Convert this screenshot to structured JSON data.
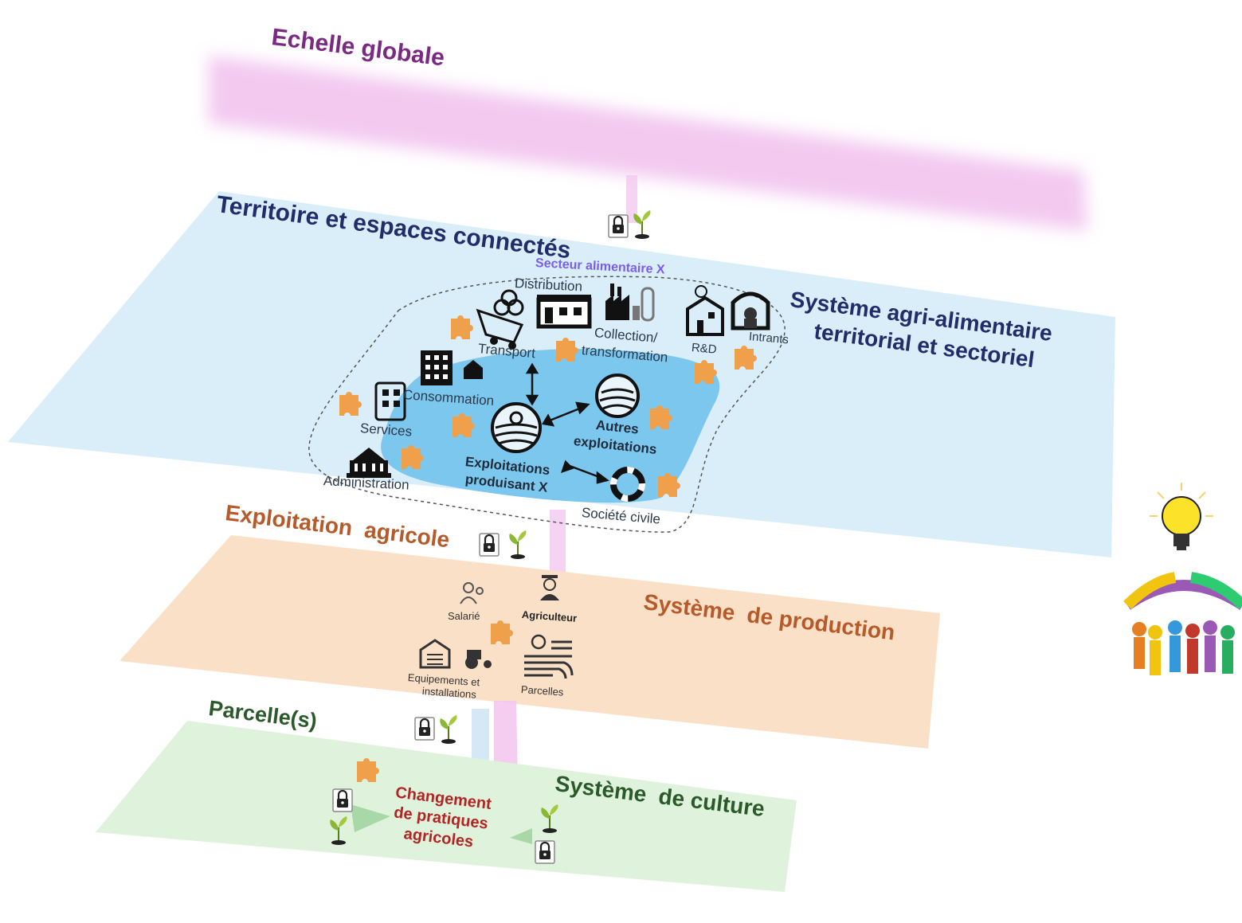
{
  "colors": {
    "global": "#7a2a82",
    "territory": "#1f2d6b",
    "farm": "#b75a2a",
    "production": "#b75a2a",
    "parcel": "#2b5a2a",
    "culture": "#2b5a2a",
    "sector": "#7a5cf0",
    "change": "#b32424",
    "puzzle": "#f0a04b"
  },
  "levels": {
    "global": "Echelle globale",
    "territory": "Territoire et espaces connectés",
    "agrifood_line1": "Système agri-alimentaire",
    "agrifood_line2": "territorial et sectoriel",
    "farm": "Exploitation  agricole",
    "production": "Système  de production",
    "parcel": "Parcelle(s)",
    "culture": "Système  de culture"
  },
  "sector": {
    "title": "Secteur alimentaire X",
    "distribution": "Distribution",
    "collection_line1": "Collection/",
    "collection_line2": "transformation",
    "transport": "Transport",
    "rd": "R&D",
    "intrants": "Intrants",
    "consommation": "Consommation",
    "services": "Services",
    "autres_line1": "Autres",
    "autres_line2": "exploitations",
    "exploitations_line1": "Exploitations",
    "exploitations_line2": "produisant X",
    "administration": "Administration",
    "societe": "Société civile"
  },
  "farm_system": {
    "salarie": "Salarié",
    "agriculteur": "Agriculteur",
    "equipements_line1": "Equipements et",
    "equipements_line2": "installations",
    "parcelles": "Parcelles"
  },
  "change": {
    "line1": "Changement",
    "line2": "de pratiques",
    "line3": "agricoles"
  },
  "icons": [
    "lock-icon",
    "sprout-icon",
    "puzzle-piece-icon",
    "lightbulb-icon",
    "people-group-icon",
    "factory-icon",
    "shop-icon",
    "truck-icon",
    "building-icon",
    "house-icon",
    "farm-icon",
    "tractor-icon",
    "barn-icon",
    "field-icon",
    "lifebuoy-icon",
    "government-icon",
    "warehouse-icon"
  ]
}
